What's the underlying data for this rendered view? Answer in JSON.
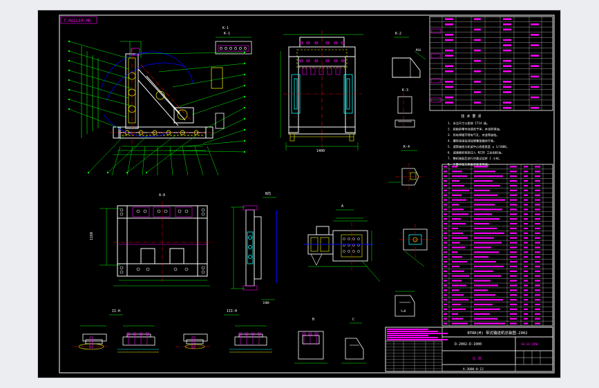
{
  "viewer": {
    "background": "#ebedf1",
    "sheet_background": "#000000"
  },
  "drawing": {
    "stamp": "T-ROLLER-MK",
    "title_main": "BTRR(M) 带式输送机总装图-2002",
    "drawing_no": "D-2002-D-1000",
    "sheet_no": "SH-02-DRW",
    "scale_label": "比 例",
    "footer_code": "A-3000-0-12",
    "notes_title": "技 术 要 求",
    "notes": [
      "1. 未注尺寸公差按 IT14 级。",
      "2. 装配前零件须清洗干净，并涂防锈油。",
      "3. 所有焊缝不得有气孔、夹渣等缺陷。",
      "4. 螺栓连接处须加弹簧垫圈并拧紧。",
      "5. 滚筒轴线与机架中心线垂直度 ≤ 1/1000。",
      "6. 减速器安装前注入 N220 工业齿轮油。",
      "7. 整机装配后进行空载试运转 2 小时。",
      "8. 外露非加工表面涂面漆两遍。"
    ],
    "views": {
      "section_a": "A-A",
      "detail_a": "A",
      "detail_b": "B",
      "detail_c": "C",
      "view_k1": "K-1",
      "view_k2": "K-2",
      "view_k3": "K-3",
      "view_k4": "K-4"
    },
    "colors": {
      "frame": "#ffffff",
      "outline": "#ffffff",
      "dimension": "#00ff00",
      "leader": "#00ff00",
      "hidden": "#ffff00",
      "center": "#ff0000",
      "part": "#00ffff",
      "table_text": "#ff00ff",
      "table_line": "#ffffff",
      "hatch": "#0000ff",
      "accent": "#ff0000"
    },
    "bom_rows": 34,
    "revision_rows": 18
  }
}
